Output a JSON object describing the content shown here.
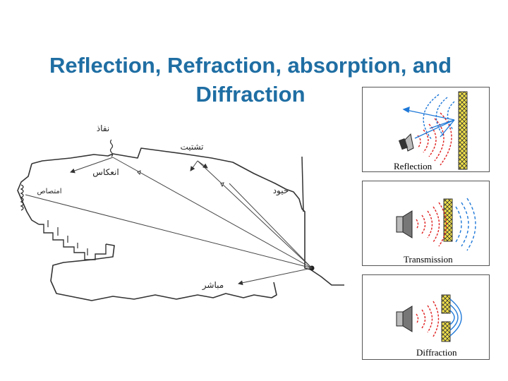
{
  "title": {
    "line1": "Reflection, Refraction, absorption, and",
    "line2": "Diffraction"
  },
  "sketch_labels": {
    "nafaz": "نفاذ",
    "inekas": "انعكاس",
    "tashtit": "تشتيت",
    "imtisas": "امتصاص",
    "hiyod": "حيود",
    "mubashir": "مباشر"
  },
  "panels": [
    {
      "label": "Reflection"
    },
    {
      "label": "Transmission"
    },
    {
      "label": "Diffraction"
    }
  ],
  "colors": {
    "title": "#1f6ea3",
    "wave_red": "#e02020",
    "wave_blue": "#1e78d8",
    "barrier": "#f2e24a"
  }
}
